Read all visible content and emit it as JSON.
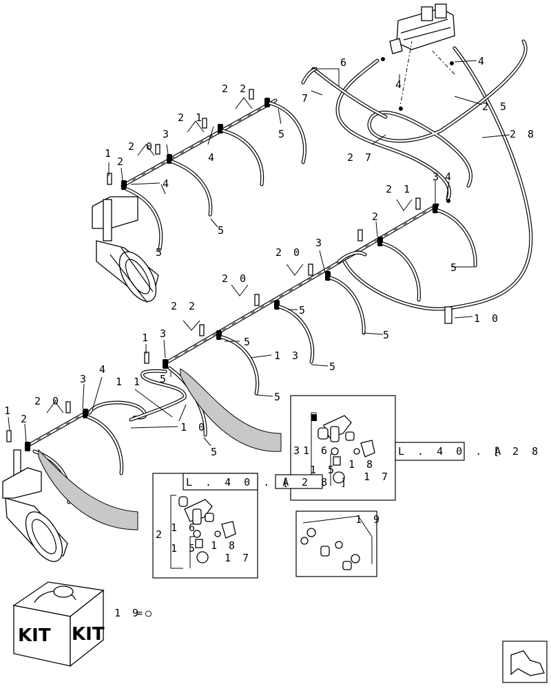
{
  "callouts": [
    {
      "id": "c1a",
      "text": "1"
    },
    {
      "id": "c2a",
      "text": "2"
    },
    {
      "id": "c4a",
      "text": "4"
    },
    {
      "id": "c20a",
      "text": "2 0"
    },
    {
      "id": "c3a",
      "text": "3"
    },
    {
      "id": "c21a",
      "text": "2 1"
    },
    {
      "id": "c4b",
      "text": "4"
    },
    {
      "id": "c22a",
      "text": "2 2"
    },
    {
      "id": "c5a",
      "text": "5"
    },
    {
      "id": "c6",
      "text": "6"
    },
    {
      "id": "c7",
      "text": "7"
    },
    {
      "id": "c4c",
      "text": "4"
    },
    {
      "id": "c4d",
      "text": "4"
    },
    {
      "id": "c25",
      "text": "2 5"
    },
    {
      "id": "c28",
      "text": "2 8"
    },
    {
      "id": "c27",
      "text": "2 7"
    },
    {
      "id": "c5b",
      "text": "5"
    },
    {
      "id": "c5c",
      "text": "5"
    },
    {
      "id": "c21b",
      "text": "2 1"
    },
    {
      "id": "c3b",
      "text": "3"
    },
    {
      "id": "c4e",
      "text": "4"
    },
    {
      "id": "c2b",
      "text": "2"
    },
    {
      "id": "c5d",
      "text": "5"
    },
    {
      "id": "c20b",
      "text": "2 0"
    },
    {
      "id": "c3c",
      "text": "3"
    },
    {
      "id": "c10a",
      "text": "1 0"
    },
    {
      "id": "c20c",
      "text": "2 0"
    },
    {
      "id": "c5e",
      "text": "5"
    },
    {
      "id": "c22b",
      "text": "2 2"
    },
    {
      "id": "c5f",
      "text": "5"
    },
    {
      "id": "c1b",
      "text": "1"
    },
    {
      "id": "c3d",
      "text": "3"
    },
    {
      "id": "c5g",
      "text": "5"
    },
    {
      "id": "c13",
      "text": "1 3"
    },
    {
      "id": "c5h",
      "text": "5"
    },
    {
      "id": "c5i",
      "text": "5"
    },
    {
      "id": "c4f",
      "text": "4"
    },
    {
      "id": "c3e",
      "text": "3"
    },
    {
      "id": "c11",
      "text": "1 1"
    },
    {
      "id": "c5j",
      "text": "5"
    },
    {
      "id": "c20d",
      "text": "2 0"
    },
    {
      "id": "c10b",
      "text": "1 0"
    },
    {
      "id": "c1c",
      "text": "1"
    },
    {
      "id": "c2c",
      "text": "2"
    },
    {
      "id": "c5k",
      "text": "5"
    },
    {
      "id": "c3f",
      "text": "3"
    },
    {
      "id": "c16a",
      "text": "1 6"
    },
    {
      "id": "c15a",
      "text": "1 5"
    },
    {
      "id": "c18a",
      "text": "1 8"
    },
    {
      "id": "c17a",
      "text": "1 7"
    },
    {
      "id": "c2d",
      "text": "2"
    },
    {
      "id": "c16b",
      "text": "1 6"
    },
    {
      "id": "c15b",
      "text": "1 5"
    },
    {
      "id": "c18b",
      "text": "1 8"
    },
    {
      "id": "c17b",
      "text": "1 7"
    },
    {
      "id": "c19a",
      "text": "1 9"
    },
    {
      "id": "c19b",
      "text": "1 9"
    }
  ],
  "references": {
    "right": {
      "code": "L . 4 0 . A",
      "page": "[ 2 8 ]"
    },
    "lower": {
      "code": "L . 4 0 . A",
      "page": "[ 2 8 ]"
    }
  },
  "kit": {
    "label_left": "KIT",
    "label_right": "KIT"
  },
  "icons": {
    "next_page": "bent-arrow-icon",
    "kit_box": "kit-box-icon"
  }
}
